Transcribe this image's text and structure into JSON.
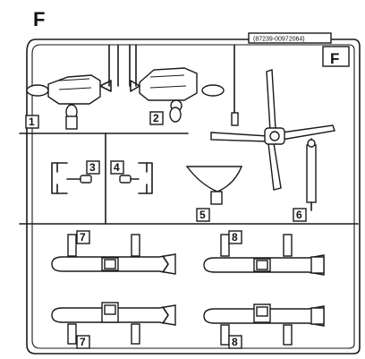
{
  "sprue": {
    "letter": "F",
    "corner_letter": "F",
    "part_code": "(87239-00972064)"
  },
  "parts": [
    {
      "id": "1",
      "label": "1"
    },
    {
      "id": "2",
      "label": "2"
    },
    {
      "id": "3",
      "label": "3"
    },
    {
      "id": "4",
      "label": "4"
    },
    {
      "id": "5",
      "label": "5"
    },
    {
      "id": "6",
      "label": "6"
    },
    {
      "id": "7a",
      "label": "7"
    },
    {
      "id": "8a",
      "label": "8"
    },
    {
      "id": "7b",
      "label": "7"
    },
    {
      "id": "8b",
      "label": "8"
    }
  ]
}
